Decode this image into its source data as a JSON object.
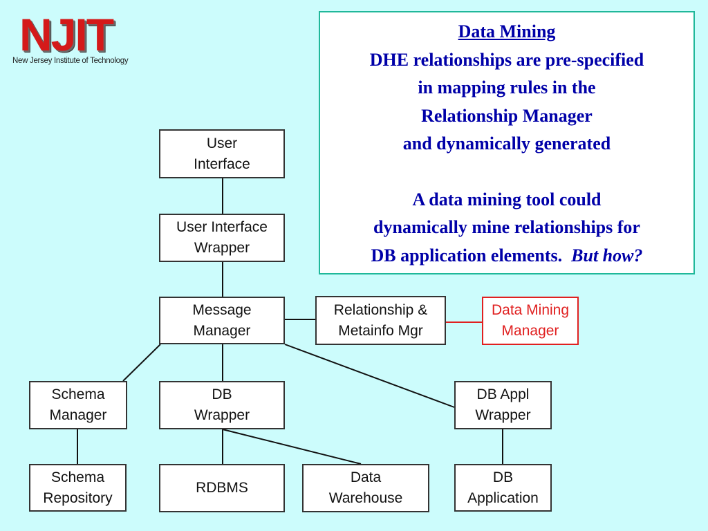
{
  "logo": {
    "name": "NJIT",
    "subtitle": "New Jersey Institute of Technology",
    "color": "#d41a1a"
  },
  "callout": {
    "title": "Data Mining",
    "paragraph1": [
      "DHE relationships are pre-specified",
      "in mapping rules in the",
      "Relationship Manager",
      "and dynamically generated"
    ],
    "paragraph2": [
      "A data mining tool could",
      "dynamically mine relationships for"
    ],
    "last_line_text": "DB application elements.",
    "last_line_emphasis": "But how?",
    "text_color": "#0000a8",
    "border_color": "#20b89a"
  },
  "diagram": {
    "boxes": {
      "user_interface": [
        "User",
        "Interface"
      ],
      "ui_wrapper": [
        "User Interface",
        "Wrapper"
      ],
      "message_manager": [
        "Message",
        "Manager"
      ],
      "relationship_mgr": [
        "Relationship &",
        "Metainfo Mgr"
      ],
      "data_mining_mgr": [
        "Data Mining",
        "Manager"
      ],
      "schema_manager": [
        "Schema",
        "Manager"
      ],
      "db_wrapper": [
        "DB",
        "Wrapper"
      ],
      "db_appl_wrapper": [
        "DB Appl",
        "Wrapper"
      ],
      "schema_repository": [
        "Schema",
        "Repository"
      ],
      "rdbms": [
        "RDBMS"
      ],
      "data_warehouse": [
        "Data",
        "Warehouse"
      ],
      "db_application": [
        "DB",
        "Application"
      ]
    },
    "highlight_color": "#e02020",
    "background_color": "#ccfcfc"
  }
}
